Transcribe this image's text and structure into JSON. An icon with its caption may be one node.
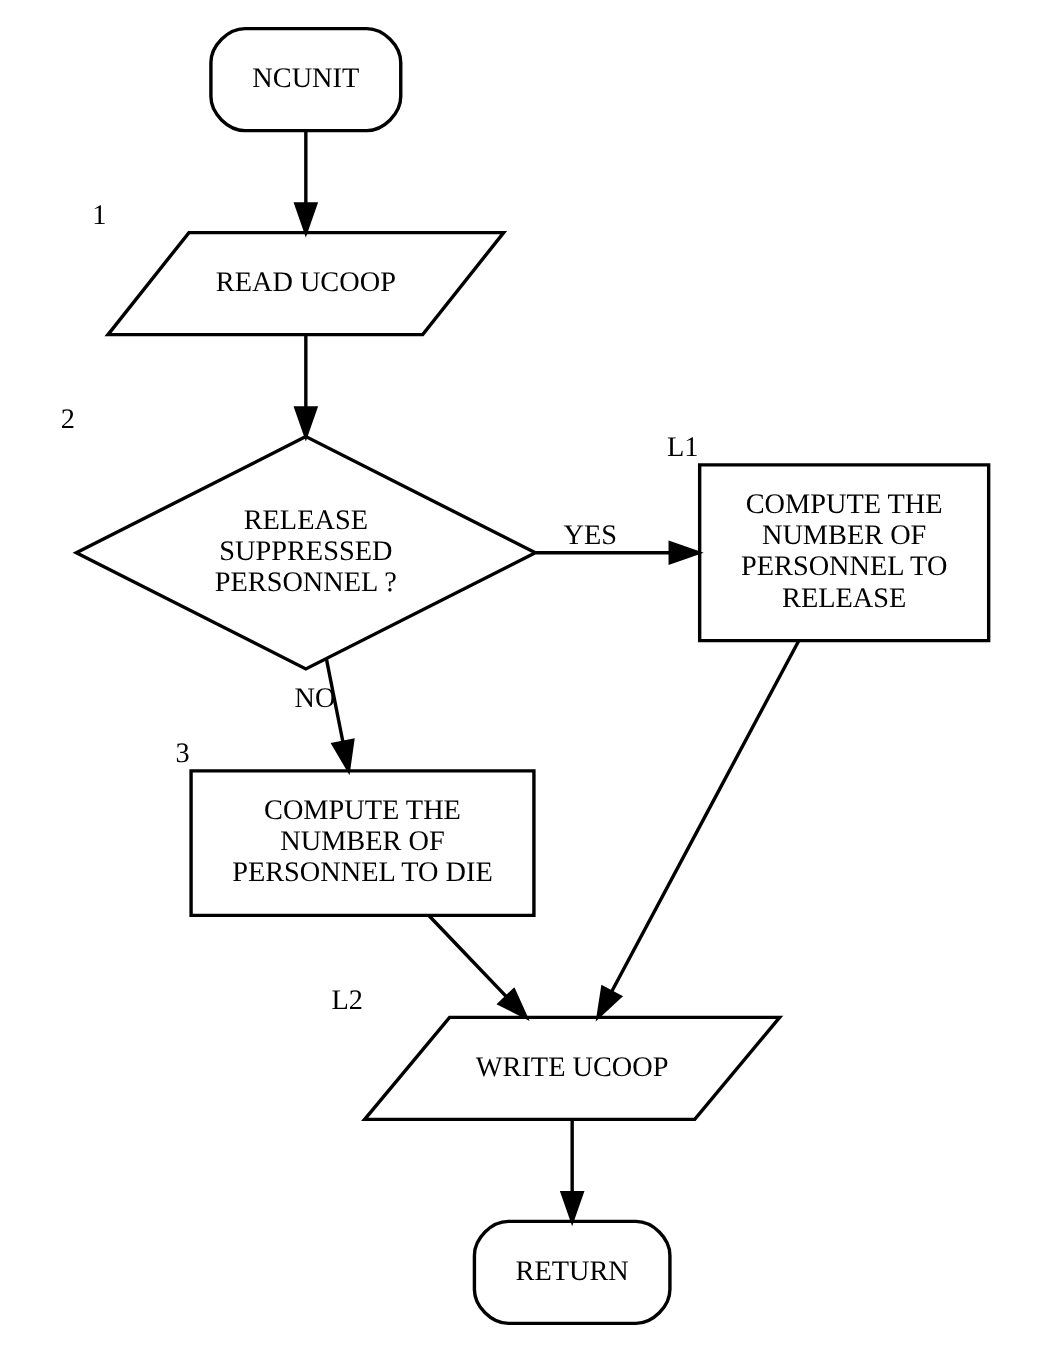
{
  "diagram": {
    "nodes": [
      {
        "text": [
          "NCUNIT"
        ]
      },
      {
        "text": [
          "READ UCOOP"
        ],
        "beside": [
          "1"
        ]
      },
      {
        "text": [
          "RELEASE SUPPRESSED PERSONNEL ?"
        ],
        "beside": [
          "2"
        ]
      },
      {
        "text": [
          "COMPUTE THE NUMBER OF PERSONNEL TO RELEASE"
        ],
        "beside": [
          "L1"
        ]
      },
      {
        "text": [
          "COMPUTE THE NUMBER OF PERSONNEL TO DIE"
        ],
        "beside": [
          "3"
        ]
      },
      {
        "text": [
          "WRITE UCOOP"
        ],
        "beside": [
          "L2"
        ]
      },
      {
        "text": [
          "RETURN"
        ]
      }
    ],
    "edges": [
      {
        "from": 0,
        "to": 1,
        "arrow": "to"
      },
      {
        "from": 1,
        "to": 2,
        "arrow": "to"
      },
      {
        "from": 2,
        "to": 3,
        "arrow": "to",
        "label": "YES"
      },
      {
        "from": 2,
        "to": 4,
        "arrow": "to",
        "label": "NO"
      },
      {
        "from": 4,
        "to": 5,
        "arrow": "to"
      },
      {
        "from": 3,
        "to": 5,
        "arrow": "to"
      },
      {
        "from": 5,
        "to": 6,
        "arrow": "to"
      }
    ]
  }
}
